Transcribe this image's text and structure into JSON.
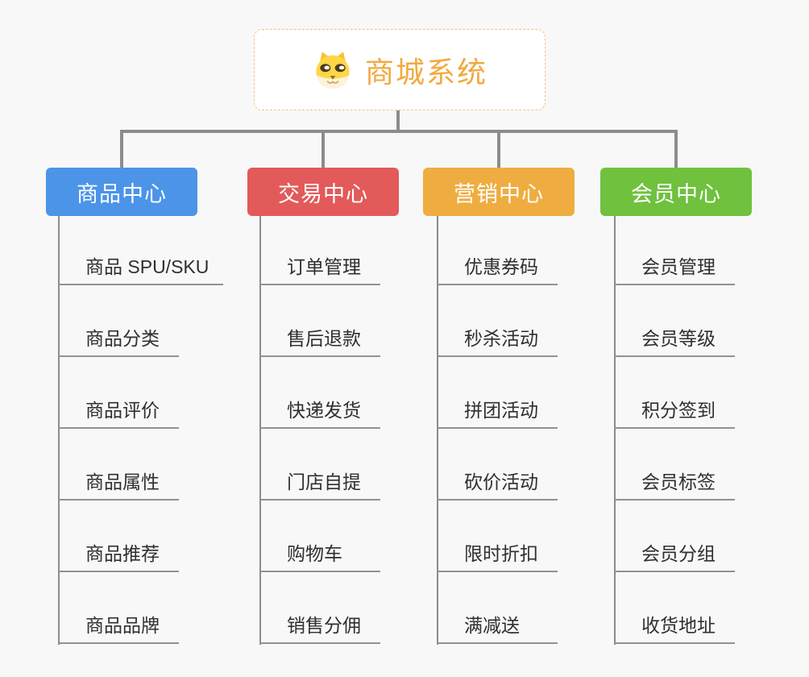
{
  "canvas": {
    "background_color": "#f8f8f8",
    "connector_color": "#8c8c8c",
    "underline_color": "#929292",
    "leaf_text_color": "#2f2f2f"
  },
  "root": {
    "title": "商城系统",
    "icon": "dog-icon",
    "text_color": "#f2a93f",
    "border_color": "#f0c27e",
    "background_color": "#ffffff"
  },
  "branches": [
    {
      "label": "商品中心",
      "color": "#4b94e8",
      "items": [
        "商品 SPU/SKU",
        "商品分类",
        "商品评价",
        "商品属性",
        "商品推荐",
        "商品品牌"
      ]
    },
    {
      "label": "交易中心",
      "color": "#e35a5a",
      "items": [
        "订单管理",
        "售后退款",
        "快递发货",
        "门店自提",
        "购物车",
        "销售分佣"
      ]
    },
    {
      "label": "营销中心",
      "color": "#efad41",
      "items": [
        "优惠券码",
        "秒杀活动",
        "拼团活动",
        "砍价活动",
        "限时折扣",
        "满减送"
      ]
    },
    {
      "label": "会员中心",
      "color": "#6fc13e",
      "items": [
        "会员管理",
        "会员等级",
        "积分签到",
        "会员标签",
        "会员分组",
        "收货地址"
      ]
    }
  ]
}
